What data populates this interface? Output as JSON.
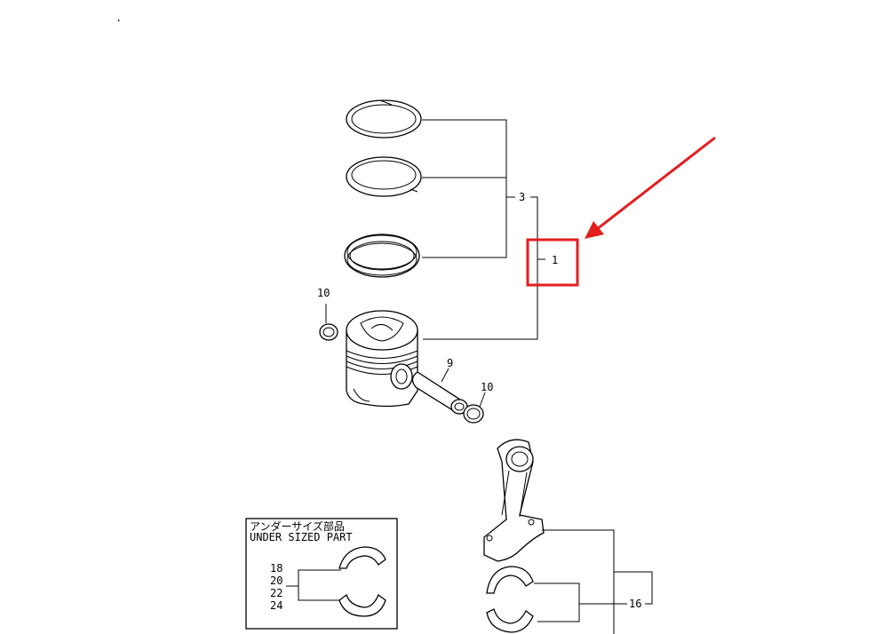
{
  "corner_mark": ".",
  "callouts": {
    "ring_set": "3",
    "piston_assembly": "1",
    "pin_clip_left": "10",
    "pin_clip_right": "10",
    "piston_pin": "9",
    "conrod_bearing": "16"
  },
  "inset": {
    "title_jp": "アンダーサイズ部品",
    "title_en": "UNDER SIZED PART",
    "parts": [
      "18",
      "20",
      "22",
      "24"
    ]
  },
  "highlight": {
    "color": "#e31e1e",
    "target": "1"
  },
  "arrow": {
    "color": "#e31e1e"
  }
}
